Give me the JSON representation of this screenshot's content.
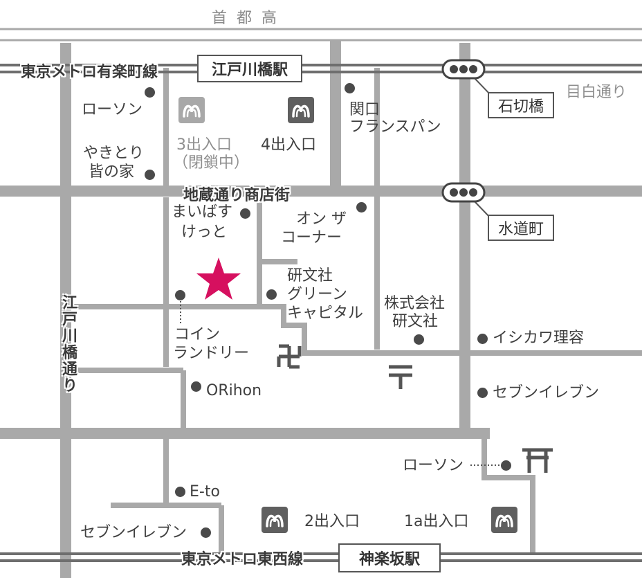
{
  "header": {
    "title": "首都高"
  },
  "rail": {
    "yurakucho_line": "東京メトロ有楽町線",
    "tozai_line": "東京メトロ東西線",
    "edogawabashi_station": "江戸川橋駅",
    "kagurazaka_station": "神楽坂駅"
  },
  "streetcar": {
    "stop_ishikiri": "石切橋",
    "stop_suidocho": "水道町"
  },
  "roads": {
    "mejiro_dori": "目白通り",
    "jizo_shotengai": "地蔵通り商店街",
    "edogawabashi_dori": "江戸川橋通り"
  },
  "exits": {
    "exit3_line1": "3出入口",
    "exit3_line2": "（閉鎖中）",
    "exit4": "4出入口",
    "exit2": "2出入口",
    "exit1a": "1a出入口"
  },
  "places": {
    "lawson_north": "ローソン",
    "yakitori_line1": "やきとり",
    "yakitori_line2": "皆の家",
    "sekiguchi_line1": "関口",
    "sekiguchi_line2": "フランスパン",
    "maibasu_line1": "まいばす",
    "maibasu_line2": "けっと",
    "onza_line1": "オン ザ",
    "onza_line2": "コーナー",
    "kenbunsha_green_line1": "研文社",
    "kenbunsha_green_line2": "グリーン",
    "kenbunsha_green_line3": "キャピタル",
    "kenbunsha_co_line1": "株式会社",
    "kenbunsha_co_line2": "研文社",
    "laundry_line1": "コイン",
    "laundry_line2": "ランドリー",
    "ishikawa": "イシカワ理容",
    "orihon": "ORihon",
    "seven_east": "セブンイレブン",
    "lawson_south": "ローソン",
    "eto": "E-to",
    "seven_south": "セブンイレブン"
  },
  "colors": {
    "road": "#a9a9a9",
    "rail": "#6e6e6e",
    "marker": "#4a4a4a",
    "destination_star": "#d6105f"
  },
  "icons": {
    "destination": "star-icon",
    "metro": "tokyo-metro-icon",
    "temple": "manji-temple-icon",
    "post_office": "post-office-icon",
    "shrine": "torii-shrine-icon"
  }
}
